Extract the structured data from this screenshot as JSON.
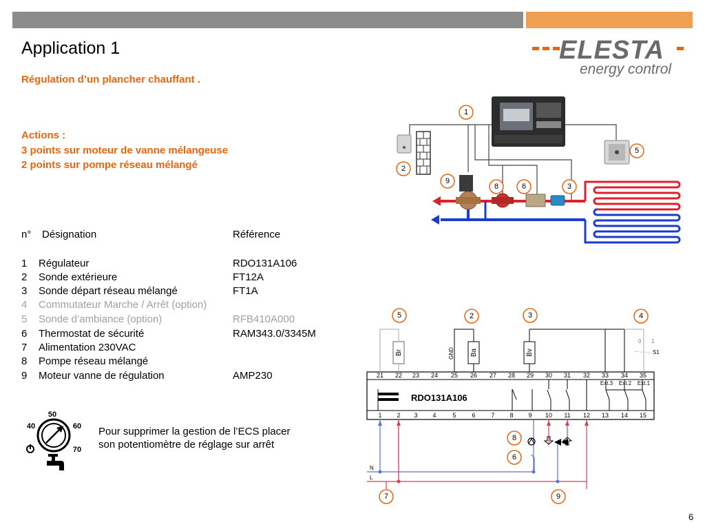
{
  "header": {
    "title": "Application 1",
    "subtitle": "Régulation d’un plancher chauffant ."
  },
  "logo": {
    "brand": "ELESTA",
    "tagline": "energy control"
  },
  "actions": {
    "heading": "Actions :",
    "lines": [
      "3 points sur moteur de vanne mélangeuse",
      "2 points sur pompe réseau mélangé"
    ]
  },
  "table": {
    "headers": {
      "num": "n°",
      "designation": "Désignation",
      "reference": "Référence"
    },
    "rows": [
      {
        "num": "1",
        "designation": "Régulateur",
        "reference": "RDO131A106",
        "optional": false
      },
      {
        "num": "2",
        "designation": "Sonde extérieure",
        "reference": "FT12A",
        "optional": false
      },
      {
        "num": "3",
        "designation": "Sonde départ réseau mélangé",
        "reference": "FT1A",
        "optional": false
      },
      {
        "num": "4",
        "designation": "Commutateur Marche / Arrêt (option)",
        "reference": "",
        "optional": true
      },
      {
        "num": "5",
        "designation": "Sonde d’ambiance (option)",
        "reference": "RFB410A000",
        "optional": true
      },
      {
        "num": "6",
        "designation": "Thermostat de sécurité",
        "reference": "RAM343.0/3345M",
        "optional": false
      },
      {
        "num": "7",
        "designation": "Alimentation 230VAC",
        "reference": "",
        "optional": false
      },
      {
        "num": "8",
        "designation": "Pompe réseau mélangé",
        "reference": "",
        "optional": false
      },
      {
        "num": "9",
        "designation": "Moteur vanne de régulation",
        "reference": "AMP230",
        "optional": false
      }
    ]
  },
  "dial": {
    "labels": [
      "50",
      "40",
      "60",
      "70"
    ]
  },
  "note": {
    "line1": "Pour supprimer la gestion de l’ECS placer",
    "line2": "son potentiomètre de réglage sur arrêt"
  },
  "schematic": {
    "callouts": [
      "1",
      "2",
      "5",
      "9",
      "8",
      "6",
      "3"
    ]
  },
  "wiring": {
    "device": "RDO131A106",
    "top_terminals": [
      "21",
      "22",
      "23",
      "24",
      "25",
      "26",
      "27",
      "28",
      "29",
      "30",
      "31",
      "32",
      "33",
      "34",
      "35"
    ],
    "bottom_terminals": [
      "1",
      "2",
      "3",
      "4",
      "5",
      "6",
      "7",
      "8",
      "9",
      "10",
      "11",
      "12",
      "13",
      "14",
      "15"
    ],
    "ext_labels": [
      "Ext.3",
      "Ext.2",
      "Ext.1"
    ],
    "sensors": [
      "Br",
      "Ba",
      "Bv"
    ],
    "gnd": "GND",
    "switch_labels": {
      "off": "0",
      "on": "1",
      "name": "S1"
    },
    "lines": {
      "neutral": "N",
      "live": "L"
    },
    "callouts_top": [
      "5",
      "2",
      "3",
      "4"
    ],
    "callouts_side": [
      "8",
      "6"
    ],
    "callouts_bottom": [
      "7",
      "9"
    ]
  },
  "colors": {
    "accent": "#e8650d",
    "hot": "#e0202a",
    "cold": "#1a3ccc",
    "neutral_wire": "#6070c8",
    "live_wire": "#d84050"
  },
  "page_number": "6"
}
